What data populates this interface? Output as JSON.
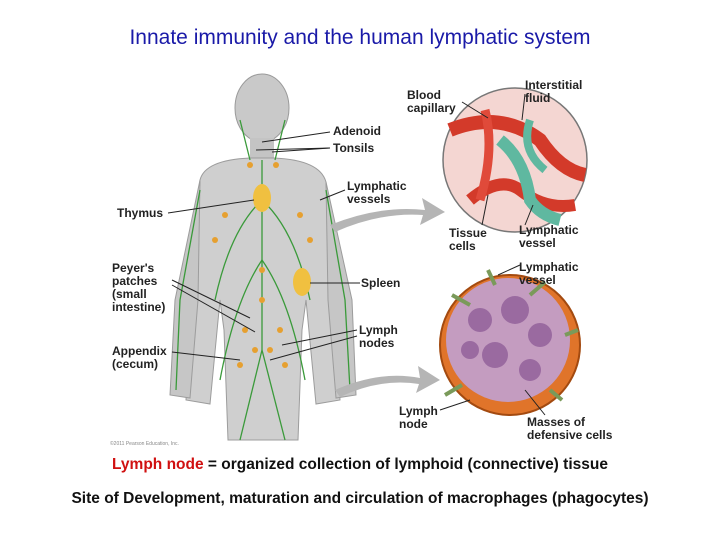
{
  "title": "Innate immunity and the human lymphatic system",
  "labels": {
    "blood_capillary": [
      "Blood",
      "capillary"
    ],
    "interstitial_fluid": [
      "Interstitial",
      "fluid"
    ],
    "adenoid": "Adenoid",
    "tonsils": "Tonsils",
    "lymphatic_vessels": [
      "Lymphatic",
      "vessels"
    ],
    "thymus": "Thymus",
    "tissue_cells": [
      "Tissue",
      "cells"
    ],
    "lymphatic_vessel_1": [
      "Lymphatic",
      "vessel"
    ],
    "lymphatic_vessel_2": [
      "Lymphatic",
      "vessel"
    ],
    "peyers_patches": [
      "Peyer's",
      "patches",
      "(small",
      "intestine)"
    ],
    "spleen": "Spleen",
    "lymph_nodes": [
      "Lymph",
      "nodes"
    ],
    "appendix": [
      "Appendix",
      "(cecum)"
    ],
    "lymph_node": [
      "Lymph",
      "node"
    ],
    "masses": [
      "Masses of",
      "defensive cells"
    ]
  },
  "copyright": "©2011 Pearson Education, Inc.",
  "caption": {
    "term": "Lymph node",
    "rest": " = organized collection of lymphoid (connective) tissue"
  },
  "caption2": "Site of Development, maturation and circulation of macrophages (phagocytes)",
  "colors": {
    "title": "#1a1aa8",
    "term": "#d01010",
    "vessel": "#3a9a3a",
    "node": "#f0c040"
  }
}
